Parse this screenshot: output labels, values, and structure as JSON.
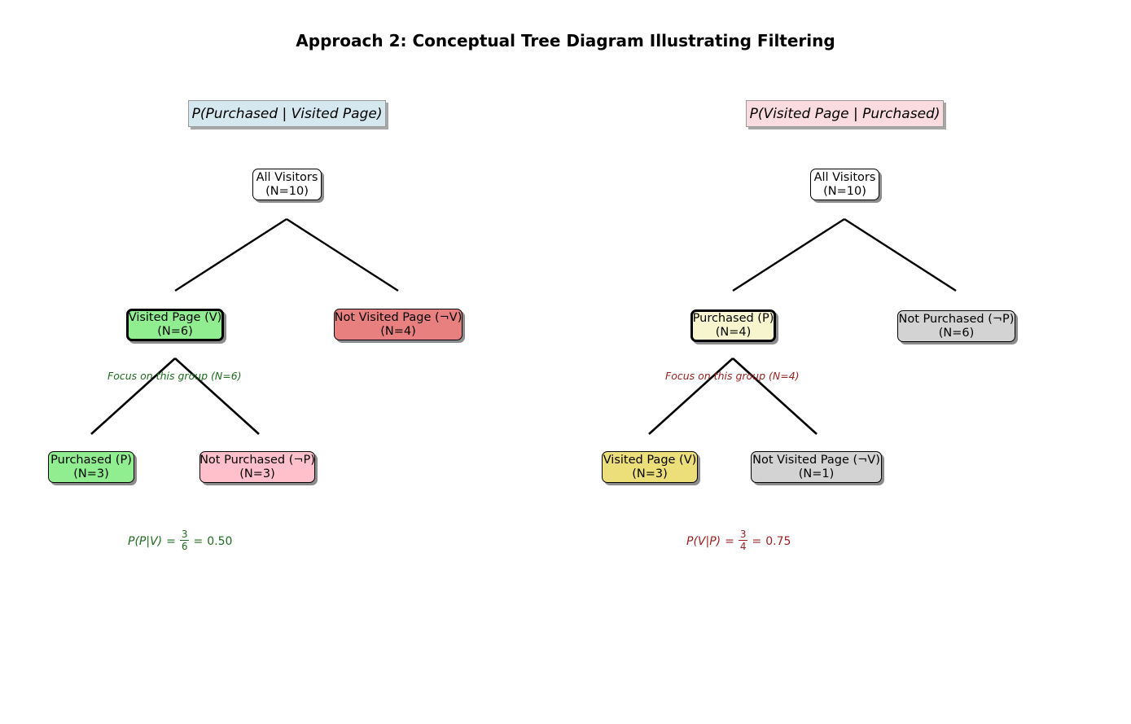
{
  "page": {
    "title": "Approach 2: Conceptual Tree Diagram Illustrating Filtering",
    "background_color": "#ffffff"
  },
  "panels": [
    {
      "id": "left",
      "header": {
        "label": "P(Purchased | Visited Page)",
        "fill_color": "#d6e8ef",
        "border_color": "#9a9a9a"
      },
      "accent_color": "#1f6b1f",
      "root": {
        "line1": "All Visitors",
        "line2": "(N=10)",
        "fill_color": "#ffffff"
      },
      "level2": [
        {
          "line1": "Visited Page (V)",
          "line2": "(N=6)",
          "fill_color": "#90ee90",
          "highlighted": true
        },
        {
          "line1": "Not Visited Page (¬V)",
          "line2": "(N=4)",
          "fill_color": "#e98080",
          "highlighted": false
        }
      ],
      "level3": [
        {
          "line1": "Purchased (P)",
          "line2": "(N=3)",
          "fill_color": "#90ee90",
          "highlighted": false
        },
        {
          "line1": "Not Purchased (¬P)",
          "line2": "(N=3)",
          "fill_color": "#ffc0cb",
          "highlighted": false
        }
      ],
      "focus_note": "Focus on this group (N=6)",
      "formula": {
        "lhs": "P(P|V)",
        "equals": "=",
        "numerator": "3",
        "denominator": "6",
        "equals2": "=",
        "value": "0.50"
      }
    },
    {
      "id": "right",
      "header": {
        "label": "P(Visited Page | Purchased)",
        "fill_color": "#fadce0",
        "border_color": "#9a9a9a"
      },
      "accent_color": "#9b2020",
      "root": {
        "line1": "All Visitors",
        "line2": "(N=10)",
        "fill_color": "#ffffff"
      },
      "level2": [
        {
          "line1": "Purchased (P)",
          "line2": "(N=4)",
          "fill_color": "#f7f5cd",
          "highlighted": true
        },
        {
          "line1": "Not Purchased (¬P)",
          "line2": "(N=6)",
          "fill_color": "#d3d3d3",
          "highlighted": false
        }
      ],
      "level3": [
        {
          "line1": "Visited Page (V)",
          "line2": "(N=3)",
          "fill_color": "#ecdf7a",
          "highlighted": false
        },
        {
          "line1": "Not Visited Page (¬V)",
          "line2": "(N=1)",
          "fill_color": "#d3d3d3",
          "highlighted": false
        }
      ],
      "focus_note": "Focus on this group (N=4)",
      "formula": {
        "lhs": "P(V|P)",
        "equals": "=",
        "numerator": "3",
        "denominator": "4",
        "equals2": "=",
        "value": "0.75"
      }
    }
  ],
  "connector_color": "#000000"
}
